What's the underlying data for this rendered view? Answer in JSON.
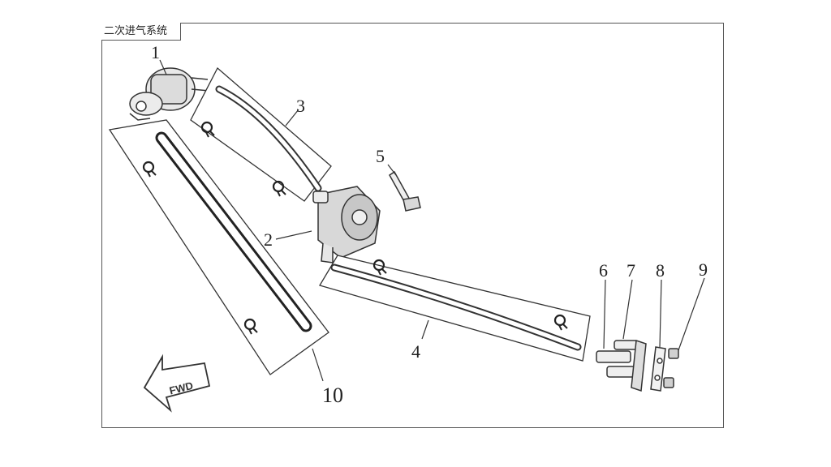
{
  "diagram": {
    "title": "二次进气系统",
    "fwd_label": "FWD",
    "callouts": [
      {
        "id": "1",
        "label": "1"
      },
      {
        "id": "2",
        "label": "2"
      },
      {
        "id": "3",
        "label": "3"
      },
      {
        "id": "4",
        "label": "4"
      },
      {
        "id": "5",
        "label": "5"
      },
      {
        "id": "6",
        "label": "6"
      },
      {
        "id": "7",
        "label": "7"
      },
      {
        "id": "8",
        "label": "8"
      },
      {
        "id": "9",
        "label": "9"
      },
      {
        "id": "10",
        "label": "10"
      }
    ]
  }
}
